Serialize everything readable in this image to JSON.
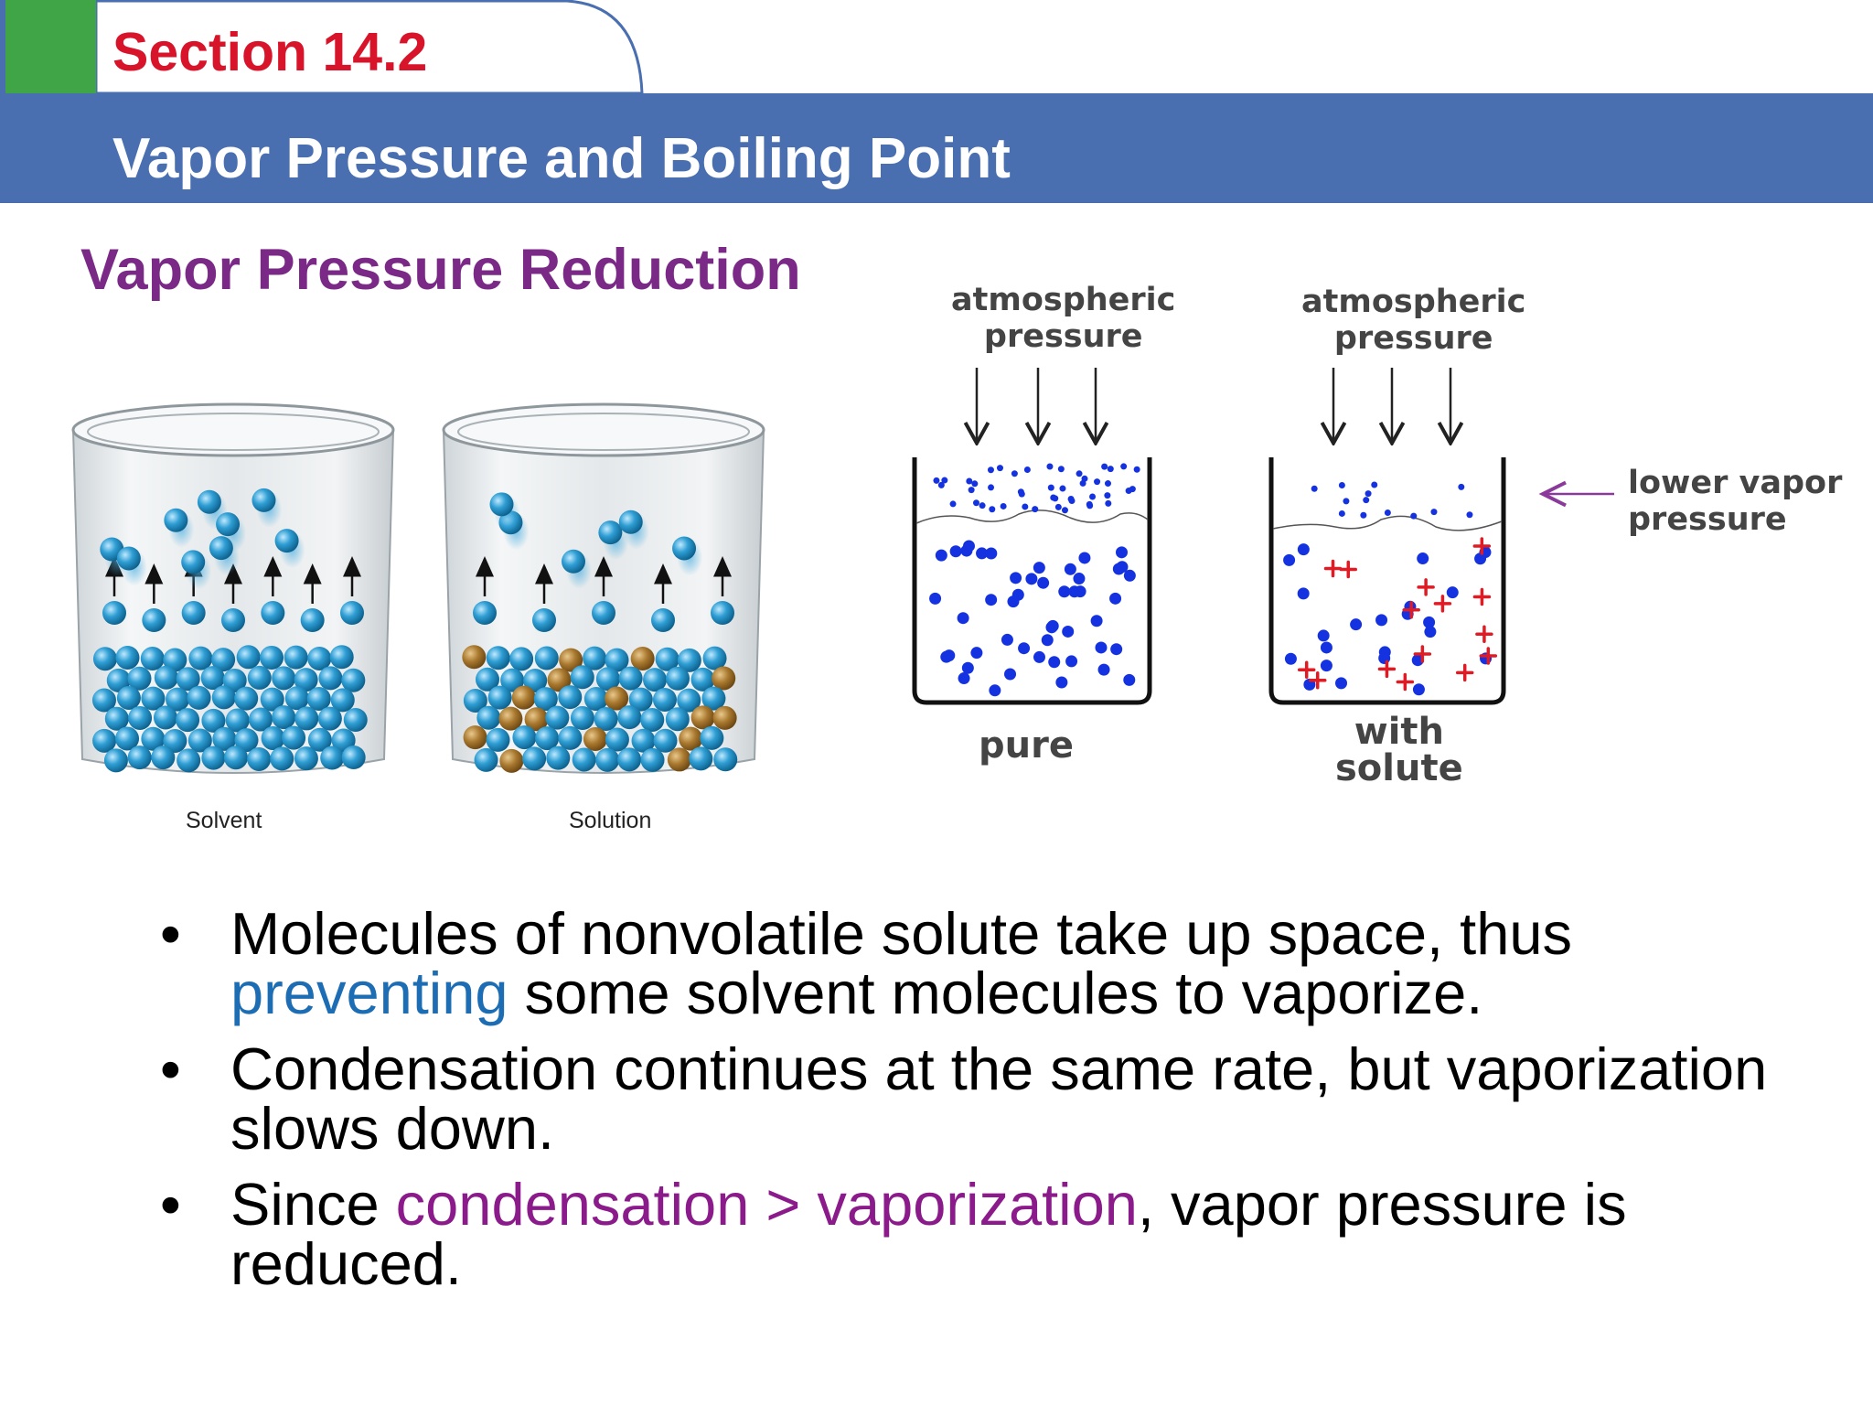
{
  "header": {
    "section": "Section 14.2",
    "title": "Vapor Pressure and Boiling Point",
    "colors": {
      "band": "#4a6fb0",
      "section_red": "#d8142a",
      "tab_green": "#3fa547"
    }
  },
  "subtitle": "Vapor Pressure Reduction",
  "figure_left": {
    "solvent_caption": "Solvent",
    "solution_caption": "Solution"
  },
  "figure_right": {
    "pure_atm_line1": "atmospheric",
    "pure_atm_line2": "pressure",
    "solute_atm_line1": "atmospheric",
    "solute_atm_line2": "pressure",
    "lower_vp_line1": "lower vapor",
    "lower_vp_line2": "pressure",
    "pure_label": "pure",
    "with_solute_line1": "with",
    "with_solute_line2": "solute"
  },
  "bullets": [
    {
      "bullet": "•",
      "parts": [
        "Molecules of nonvolatile solute take up space, thus ",
        "preventing",
        " some solvent molecules to vaporize."
      ]
    },
    {
      "bullet": "•",
      "parts": [
        "Condensation continues at the same rate, but vaporization slows down."
      ]
    },
    {
      "bullet": "•",
      "parts": [
        "Since ",
        "condensation > vaporization",
        ", vapor pressure is reduced."
      ]
    }
  ]
}
